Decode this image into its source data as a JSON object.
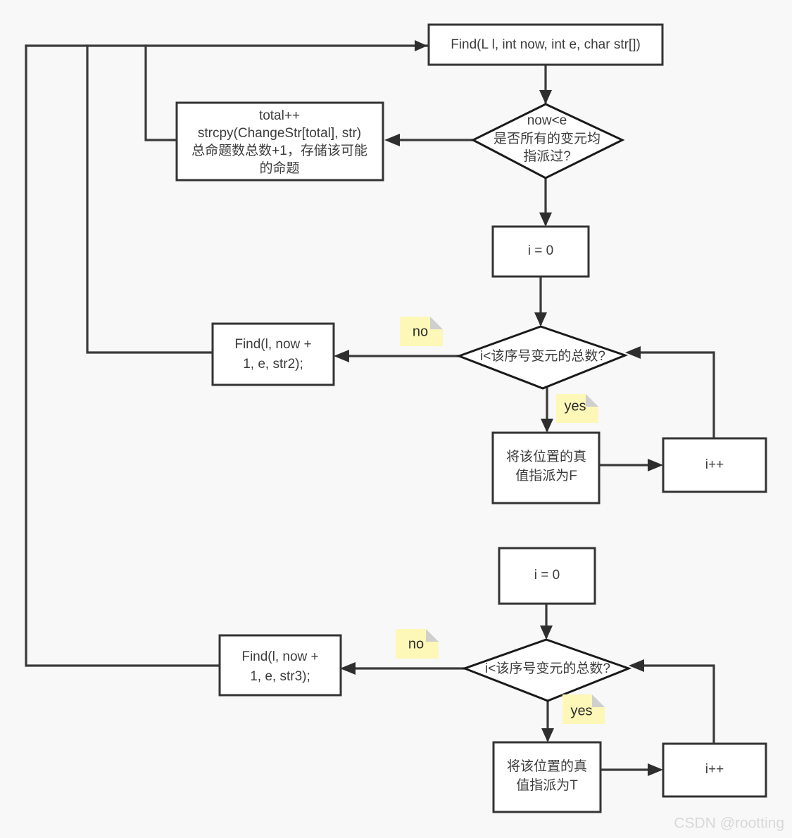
{
  "diagram": {
    "type": "flowchart",
    "title": "Find recursive function flowchart",
    "background_color": "#f8f8f8",
    "line_color": "#3a3a3a",
    "box_fill": "#ffffff",
    "note_color": "#fdf7b8",
    "note_fold_color": "#cfcfcf"
  },
  "nodes": {
    "entry": {
      "kind": "process",
      "line1": "Find(L l, int now, int e, char str[])"
    },
    "store_result": {
      "kind": "process",
      "line1": "total++",
      "line2": "strcpy(ChangeStr[total], str)",
      "line3": "总命题数总数+1，存储该可能",
      "line4": "的命题"
    },
    "decision_all_assigned": {
      "kind": "decision",
      "line1": "now<e",
      "line2": "是否所有的变元均",
      "line3": "指派过?"
    },
    "init_i_first": {
      "kind": "process",
      "line1": "i = 0"
    },
    "decision_loop_first": {
      "kind": "decision",
      "line1": "i<该序号变元的总数?"
    },
    "recurse_str2": {
      "kind": "process",
      "line1": "Find(l, now +",
      "line2": "1, e, str2);"
    },
    "assign_false": {
      "kind": "process",
      "line1": "将该位置的真",
      "line2": "值指派为F"
    },
    "increment_i_first": {
      "kind": "process",
      "line1": "i++"
    },
    "init_i_second": {
      "kind": "process",
      "line1": "i = 0"
    },
    "decision_loop_second": {
      "kind": "decision",
      "line1": "i<该序号变元的总数?"
    },
    "recurse_str3": {
      "kind": "process",
      "line1": "Find(l, now +",
      "line2": "1, e, str3);"
    },
    "assign_true": {
      "kind": "process",
      "line1": "将该位置的真",
      "line2": "值指派为T"
    },
    "increment_i_second": {
      "kind": "process",
      "line1": "i++"
    }
  },
  "notes": {
    "no_first": {
      "label": "no"
    },
    "yes_first": {
      "label": "yes"
    },
    "no_second": {
      "label": "no"
    },
    "yes_second": {
      "label": "yes"
    }
  },
  "watermark": {
    "label": "CSDN @rootting"
  }
}
